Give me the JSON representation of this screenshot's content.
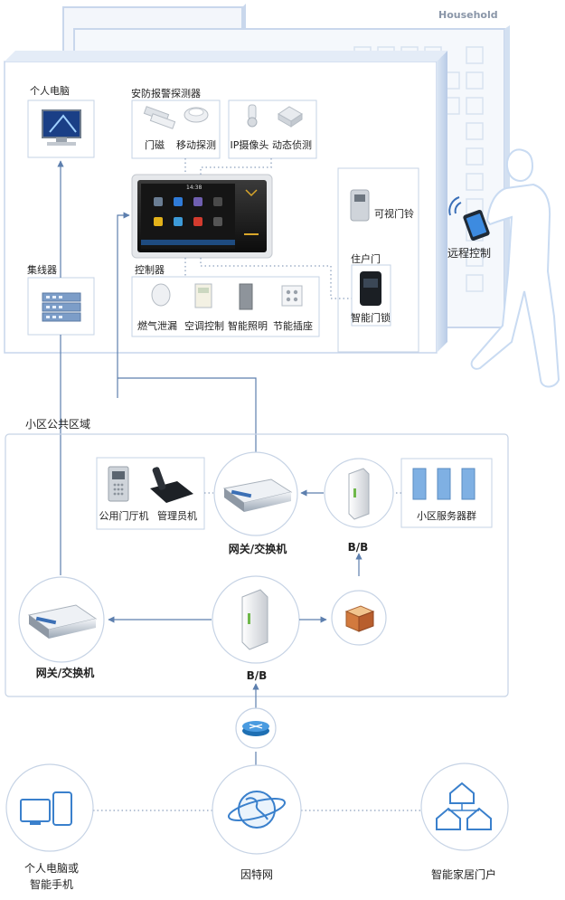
{
  "household_label": "Household",
  "home": {
    "pc_label": "个人电脑",
    "hub_label": "集线器",
    "alarm_group_label": "安防报警探测器",
    "alarm_items": [
      "门磁",
      "移动探测",
      "IP摄像头",
      "动态侦测"
    ],
    "controller_label": "控制器",
    "controller_items": [
      "燃气泄漏",
      "空调控制",
      "智能照明",
      "节能插座"
    ],
    "door_group_label": "住户门",
    "video_doorbell_label": "可视门铃",
    "smart_lock_label": "智能门锁",
    "remote_control_label": "远程控制",
    "panel_time": "14:38"
  },
  "community": {
    "area_label": "小区公共区域",
    "lobby_label": "公用门厅机",
    "admin_label": "管理员机",
    "gateway_top_label": "网关/交换机",
    "bb_top_label": "B/B",
    "server_label": "小区服务器群",
    "gateway_left_label": "网关/交换机",
    "bb_bottom_label": "B/B"
  },
  "external": {
    "pc_phone_label_line1": "个人电脑或",
    "pc_phone_label_line2": "智能手机",
    "internet_label": "因特网",
    "portal_label": "智能家居门户"
  },
  "colors": {
    "frame_blue": "#c7d6ec",
    "line_blue": "#5d7fae",
    "dotted": "#9fb0c8",
    "accent_blue": "#2a6fc0"
  }
}
